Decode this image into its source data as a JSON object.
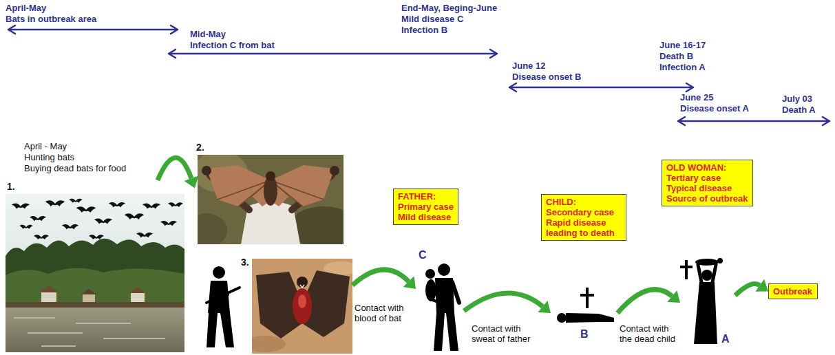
{
  "diagram": {
    "nodes": [
      {
        "text": [
          "1."
        ]
      },
      {
        "text": [
          "2."
        ]
      },
      {
        "text": [
          "3."
        ]
      },
      {
        "text": [
          "FATHER:",
          "Primary case",
          "Mild disease"
        ]
      },
      {
        "text": [
          "C"
        ]
      },
      {
        "text": [
          "CHILD:",
          "Secondary case",
          "Rapid disease leading to death"
        ]
      },
      {
        "text": [
          "B"
        ]
      },
      {
        "text": [
          "OLD WOMAN:",
          "Tertiary case",
          "Typical disease",
          "Source of outbreak"
        ]
      },
      {
        "text": [
          "A"
        ]
      },
      {
        "text": [
          "Outbreak"
        ]
      }
    ],
    "edges": [
      {
        "from": 0,
        "to": 1,
        "arrow": "to"
      },
      {
        "from": 2,
        "to": 4,
        "label": "Contact with blood of bat",
        "arrow": "to"
      },
      {
        "from": 4,
        "to": 6,
        "label": "Contact with sweat of father",
        "arrow": "to"
      },
      {
        "from": 6,
        "to": 8,
        "label": "Contact with the dead child",
        "arrow": "to"
      },
      {
        "from": 8,
        "to": 9,
        "arrow": "to"
      }
    ],
    "labels": [
      "April-May",
      "Bats in outbreak area",
      "Mid-May",
      "Infection C from bat",
      "End-May, Beging-June",
      "Mild disease C",
      "Infection B",
      "June 12",
      "Disease onset B",
      "June 16-17",
      "Death B",
      "Infection A",
      "June 25",
      "Disease onset A",
      "July 03",
      "Death A",
      "April - May",
      "Hunting bats",
      "Buying dead bats for food"
    ]
  }
}
